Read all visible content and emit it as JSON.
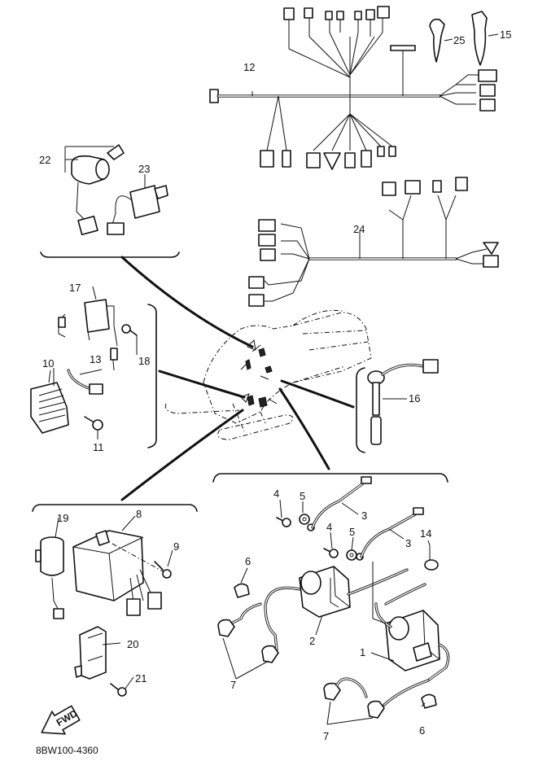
{
  "diagram": {
    "part_labels": {
      "p1": "1",
      "p2": "2",
      "p3a": "3",
      "p3b": "3",
      "p4a": "4",
      "p4b": "4",
      "p5a": "5",
      "p5b": "5",
      "p6a": "6",
      "p6b": "6",
      "p7a": "7",
      "p7b": "7",
      "p8": "8",
      "p9": "9",
      "p10": "10",
      "p11": "11",
      "p12": "12",
      "p13": "13",
      "p14": "14",
      "p15": "15",
      "p16": "16",
      "p17": "17",
      "p18": "18",
      "p19": "19",
      "p20": "20",
      "p21": "21",
      "p22": "22",
      "p23": "23",
      "p24": "24",
      "p25": "25"
    },
    "fwd_label": "FWD",
    "figure_code": "8BW100-4360"
  }
}
